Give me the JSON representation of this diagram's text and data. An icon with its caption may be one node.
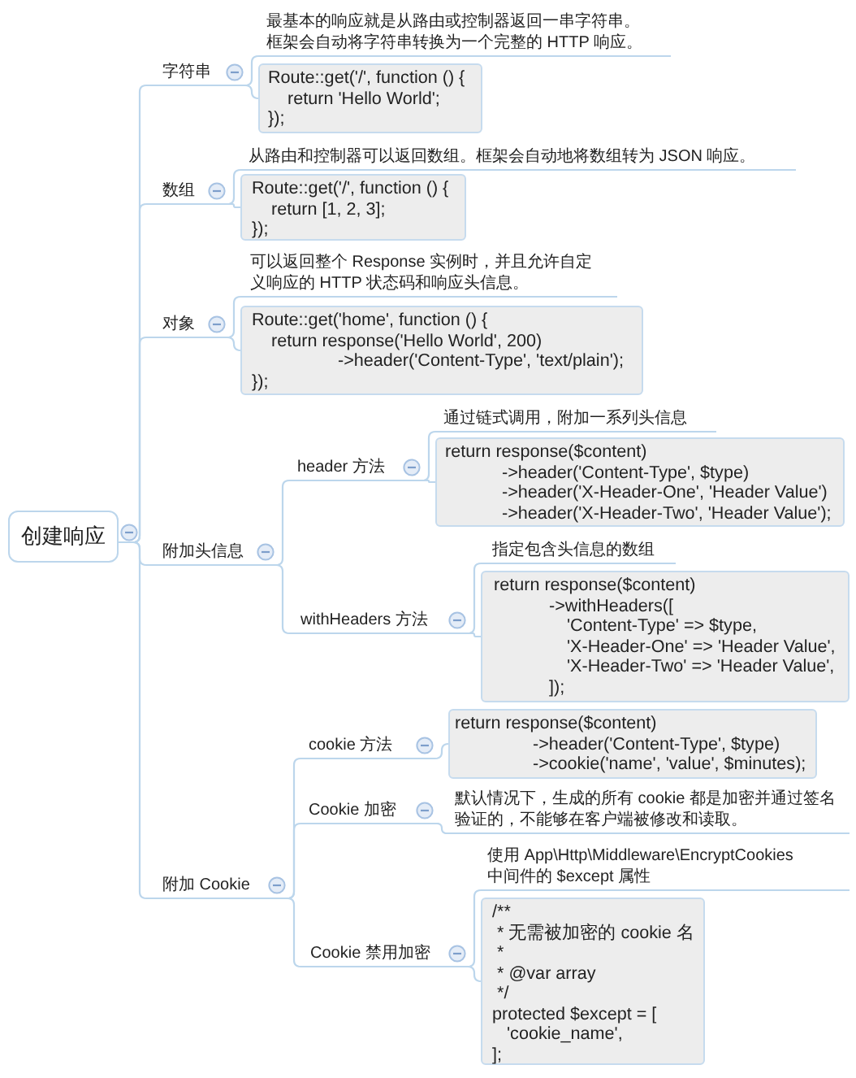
{
  "diagram": {
    "nodes": [
      {
        "text": [
          "创建响应"
        ]
      },
      {
        "text": [
          "字符串"
        ]
      },
      {
        "text": [
          "最基本的响应就是从路由或控制器返回一串字符串。框架会自动将字符串转换为一个完整的 HTTP 响应。"
        ]
      },
      {
        "text": [
          "Route::get('/', function () {",
          "return 'Hello World';",
          "});"
        ]
      },
      {
        "text": [
          "数组"
        ]
      },
      {
        "text": [
          "从路由和控制器可以返回数组。框架会自动地将数组转为 JSON 响应。"
        ]
      },
      {
        "text": [
          "Route::get('/', function () {",
          "return [1, 2, 3];",
          "});"
        ]
      },
      {
        "text": [
          "对象"
        ]
      },
      {
        "text": [
          "可以返回整个 Response 实例时，并且允许自定义响应的 HTTP 状态码和响应头信息。"
        ]
      },
      {
        "text": [
          "Route::get('home', function () {",
          "return response('Hello World', 200)",
          "->header('Content-Type', 'text/plain');",
          "});"
        ]
      },
      {
        "text": [
          "附加头信息"
        ]
      },
      {
        "text": [
          "header 方法"
        ]
      },
      {
        "text": [
          "通过链式调用，附加一系列头信息"
        ]
      },
      {
        "text": [
          "return response($content)",
          "->header('Content-Type', $type)",
          "->header('X-Header-One', 'Header Value')",
          "->header('X-Header-Two', 'Header Value');"
        ]
      },
      {
        "text": [
          "withHeaders 方法"
        ]
      },
      {
        "text": [
          "指定包含头信息的数组"
        ]
      },
      {
        "text": [
          "return response($content)",
          "->withHeaders([",
          "'Content-Type' => $type,",
          "'X-Header-One' => 'Header Value',",
          "'X-Header-Two' => 'Header Value',",
          "]);"
        ]
      },
      {
        "text": [
          "附加 Cookie"
        ]
      },
      {
        "text": [
          "cookie 方法"
        ]
      },
      {
        "text": [
          "return response($content)",
          "->header('Content-Type', $type)",
          "->cookie('name', 'value', $minutes);"
        ]
      },
      {
        "text": [
          "Cookie 加密"
        ]
      },
      {
        "text": [
          "默认情况下，生成的所有 cookie 都是加密并通过签名验证的，不能够在客户端被修改和读取。"
        ]
      },
      {
        "text": [
          "Cookie 禁用加密"
        ]
      },
      {
        "text": [
          "使用 App\\Http\\Middleware\\EncryptCookies 中间件的 $except 属性"
        ]
      },
      {
        "text": [
          "/**",
          "* 无需被加密的 cookie 名",
          "*",
          "* @var array",
          "*/",
          "protected $except = [",
          "'cookie_name',",
          "];"
        ]
      }
    ],
    "edges": [
      {
        "from": 0,
        "to": 1,
        "arrow": "none"
      },
      {
        "from": 0,
        "to": 4,
        "arrow": "none"
      },
      {
        "from": 0,
        "to": 7,
        "arrow": "none"
      },
      {
        "from": 0,
        "to": 10,
        "arrow": "none"
      },
      {
        "from": 0,
        "to": 17,
        "arrow": "none"
      },
      {
        "from": 1,
        "to": 2,
        "arrow": "none"
      },
      {
        "from": 1,
        "to": 3,
        "arrow": "none"
      },
      {
        "from": 4,
        "to": 5,
        "arrow": "none"
      },
      {
        "from": 4,
        "to": 6,
        "arrow": "none"
      },
      {
        "from": 7,
        "to": 8,
        "arrow": "none"
      },
      {
        "from": 7,
        "to": 9,
        "arrow": "none"
      },
      {
        "from": 10,
        "to": 11,
        "arrow": "none"
      },
      {
        "from": 10,
        "to": 14,
        "arrow": "none"
      },
      {
        "from": 11,
        "to": 12,
        "arrow": "none"
      },
      {
        "from": 11,
        "to": 13,
        "arrow": "none"
      },
      {
        "from": 14,
        "to": 15,
        "arrow": "none"
      },
      {
        "from": 14,
        "to": 16,
        "arrow": "none"
      },
      {
        "from": 17,
        "to": 18,
        "arrow": "none"
      },
      {
        "from": 17,
        "to": 20,
        "arrow": "none"
      },
      {
        "from": 17,
        "to": 22,
        "arrow": "none"
      },
      {
        "from": 18,
        "to": 19,
        "arrow": "none"
      },
      {
        "from": 20,
        "to": 21,
        "arrow": "none"
      },
      {
        "from": 22,
        "to": 23,
        "arrow": "none"
      },
      {
        "from": 22,
        "to": 24,
        "arrow": "none"
      }
    ]
  }
}
